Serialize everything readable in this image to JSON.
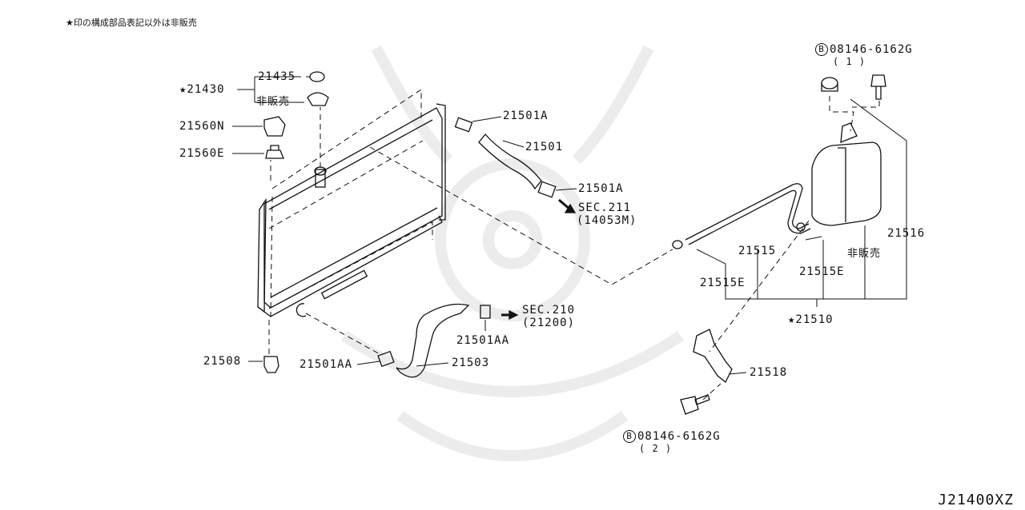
{
  "header": {
    "note": "★印の構成部品表記以外は非販売"
  },
  "footer": {
    "diagram_code": "J21400XZ"
  },
  "callouts": {
    "p21430": "★21430",
    "p21435": "21435",
    "not_sold_cap": "非販売",
    "p21560N": "21560N",
    "p21560E": "21560E",
    "p21501A_top": "21501A",
    "p21501": "21501",
    "p21501A_mid": "21501A",
    "sec211": "SEC.211",
    "sec211_ref": "(14053M)",
    "p21508": "21508",
    "p21501AA_left": "21501AA",
    "p21503": "21503",
    "sec210": "SEC.210",
    "sec210_ref": "(21200)",
    "p21501AA_right": "21501AA",
    "p21515": "21515",
    "p21515E_left": "21515E",
    "p21515E_right": "21515E",
    "not_sold_tank": "非販売",
    "p21516": "21516",
    "p21510": "★21510",
    "p21518": "21518",
    "bolt_top": {
      "circle": "B",
      "number": "08146-6162G",
      "qty": "( 1 )"
    },
    "bolt_bottom": {
      "circle": "B",
      "number": "08146-6162G",
      "qty": "( 2 )"
    }
  }
}
